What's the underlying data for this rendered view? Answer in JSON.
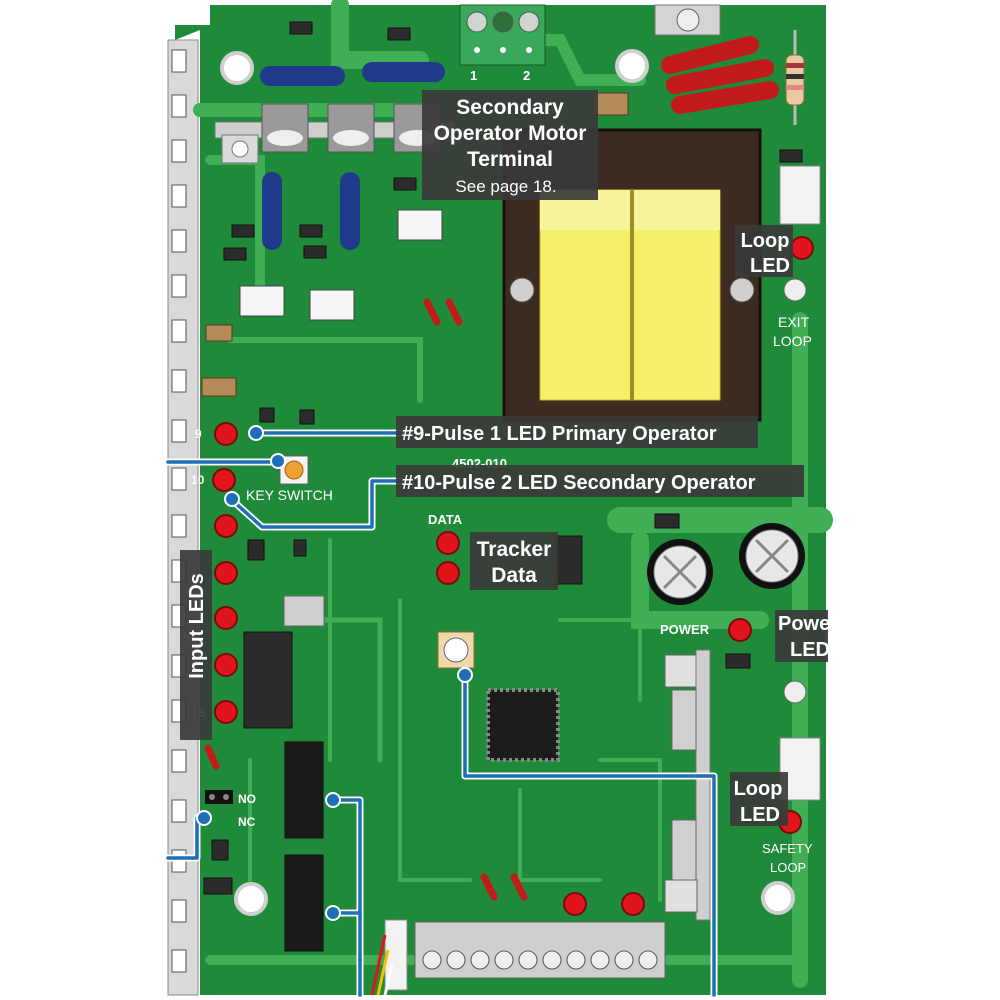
{
  "terminal_block_top": {
    "pin1": "1",
    "pin2": "2"
  },
  "callouts": {
    "secondary_motor": {
      "line1": "Secondary",
      "line2": "Operator Motor",
      "line3": "Terminal",
      "line4": "See page 18."
    },
    "pulse1": "#9-Pulse 1 LED Primary Operator",
    "pulse2": "#10-Pulse 2 LED Secondary Operator",
    "tracker": {
      "line1": "Tracker",
      "line2": "Data"
    },
    "input_leds": "Input LEDs",
    "loop_led_top": {
      "line1": "Loop",
      "line2": "LED"
    },
    "loop_led_bottom": {
      "line1": "Loop",
      "line2": "LED"
    },
    "power_led": {
      "line1": "Powe",
      "line2": "LED"
    }
  },
  "board_labels": {
    "pin9": "9",
    "pin10": "10",
    "pin15": "15",
    "key_switch": "KEY SWITCH",
    "data": "DATA",
    "power": "POWER",
    "exit_loop": {
      "line1": "EXIT",
      "line2": "LOOP"
    },
    "safety_loop": {
      "line1": "SAFETY",
      "line2": "LOOP"
    },
    "no": "NO",
    "nc": "NC",
    "chip_number": "4502-010"
  },
  "colors": {
    "board": "#1e8a3a",
    "trace": "#3fae55",
    "led": "#e0141c",
    "callout_line": "#1e6fb8",
    "label_bg": "#3a3a3a",
    "transformer_coil": "#f4f06a"
  }
}
